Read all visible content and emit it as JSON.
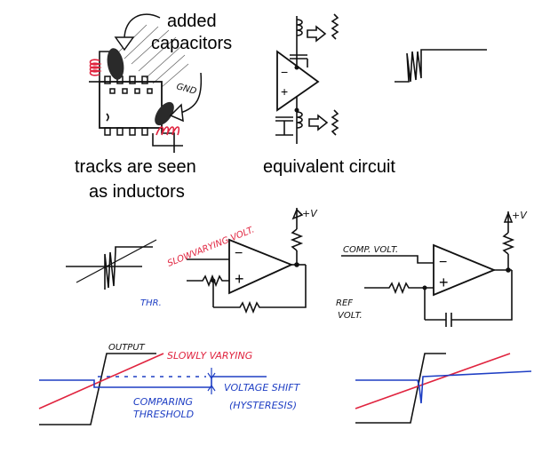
{
  "top_left": {
    "callout_line1": "added",
    "callout_line2": "capacitors",
    "gnd_label": "GND",
    "caption_line1": "tracks are seen",
    "caption_line2": "as inductors"
  },
  "top_middle": {
    "caption": "equivalent circuit",
    "minus_sign": "−",
    "plus_sign": "+"
  },
  "middle_left": {
    "signal_label": "SLOWVARYING VOLT.",
    "threshold_label": "THR.",
    "supply_label": "+V",
    "minus_sign": "−",
    "plus_sign": "+"
  },
  "middle_right": {
    "comp_label": "COMP. VOLT.",
    "ref_label_line1": "REF",
    "ref_label_line2": "VOLT.",
    "supply_label": "+V",
    "minus_sign": "−",
    "plus_sign": "+"
  },
  "bottom_left": {
    "output_label": "OUTPUT",
    "slow_label": "SLOWLY VARYING",
    "comparing_line1": "COMPARING",
    "comparing_line2": "THRESHOLD",
    "shift_line1": "VOLTAGE SHIFT",
    "shift_line2": "(HYSTERESIS)"
  },
  "colors": {
    "ink": "#111111",
    "red": "#e0243f",
    "blue": "#1f3fc4",
    "pink": "#e05a78"
  }
}
